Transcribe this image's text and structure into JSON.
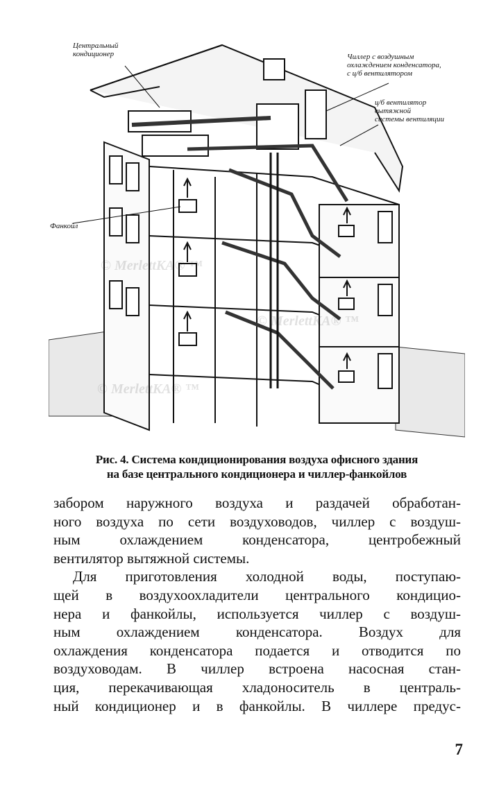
{
  "figure": {
    "callouts": {
      "central_conditioner": "Центральный\nкондиционер",
      "chiller": "Чиллер с воздушным\nохлаждением конденсатора,\nс ц/б вентилятором",
      "fan": "ц/б вентилятор\nвытяжной\nсистемы вентиляции",
      "fancoil": "Фанкойл"
    },
    "watermark": "© MerlettKA® ™"
  },
  "caption": {
    "line1": "Рис. 4. Система кондиционирования воздуха офисного здания",
    "line2": "на базе центрального кондиционера и чиллер-фанкойлов"
  },
  "body": {
    "p1_lines": [
      "забором наружного воздуха и раздачей обработан-",
      "ного воздуха по сети воздуховодов, чиллер с воздуш-",
      "ным охлаждением конденсатора, центробежный",
      "вентилятор вытяжной системы."
    ],
    "p2_lines": [
      "Для приготовления холодной воды, поступаю-",
      "щей в воздухоохладители центрального кондицио-",
      "нера и фанкойлы, используется чиллер с воздуш-",
      "ным охлаждением конденсатора. Воздух для",
      "охлаждения конденсатора подается и отводится по",
      "воздуховодам. В чиллер встроена насосная стан-",
      "ция, перекачивающая хладоноситель в централь-",
      "ный кондиционер и в фанкойлы. В чиллере предус-"
    ]
  },
  "page_number": "7"
}
